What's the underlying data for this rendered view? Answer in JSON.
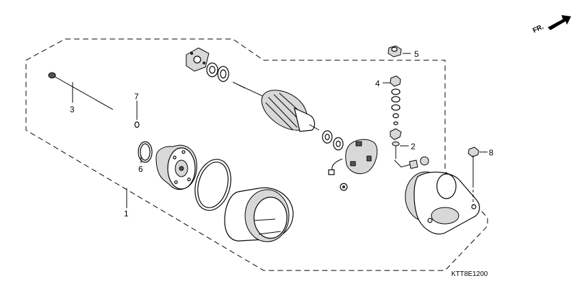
{
  "callouts": {
    "c1": "1",
    "c2": "2",
    "c3": "3",
    "c4": "4",
    "c5": "5",
    "c6": "6",
    "c7": "7",
    "c8": "8"
  },
  "direction_label": "FR.",
  "diagram_code": "KTT8E1200",
  "colors": {
    "ink": "#000000",
    "paper": "#ffffff",
    "shade": "#d8d8d8"
  }
}
